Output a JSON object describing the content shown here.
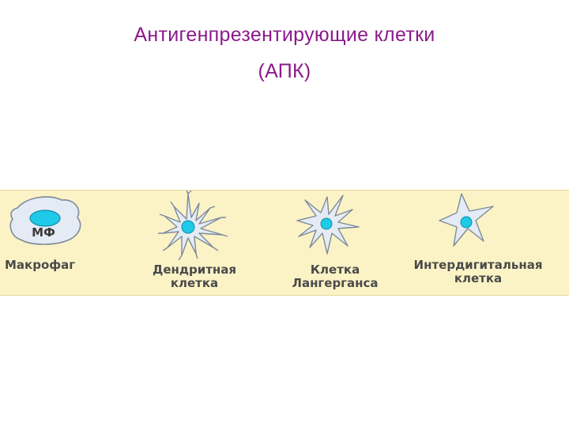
{
  "title": {
    "line1": "Антигенпрезентирующие клетки",
    "line2": "(АПК)"
  },
  "cells": [
    {
      "label_line1": "Макрофаг",
      "label_line2": "",
      "abbrev": "МФ",
      "icon": "macrophage-icon"
    },
    {
      "label_line1": "Дендритная",
      "label_line2": "клетка",
      "icon": "dendritic-cell-icon"
    },
    {
      "label_line1": "Клетка",
      "label_line2": "Лангерганса",
      "icon": "langerhans-cell-icon"
    },
    {
      "label_line1": "Интердигитальная",
      "label_line2": "клетка",
      "icon": "interdigitating-cell-icon"
    }
  ],
  "colors": {
    "title": "#8b1a8b",
    "band": "#fbf3c6",
    "cell_fill": "#e4ebf4",
    "cell_stroke": "#7d8b99",
    "nucleus": "#1fc9e8",
    "label": "#4a4a4a"
  }
}
